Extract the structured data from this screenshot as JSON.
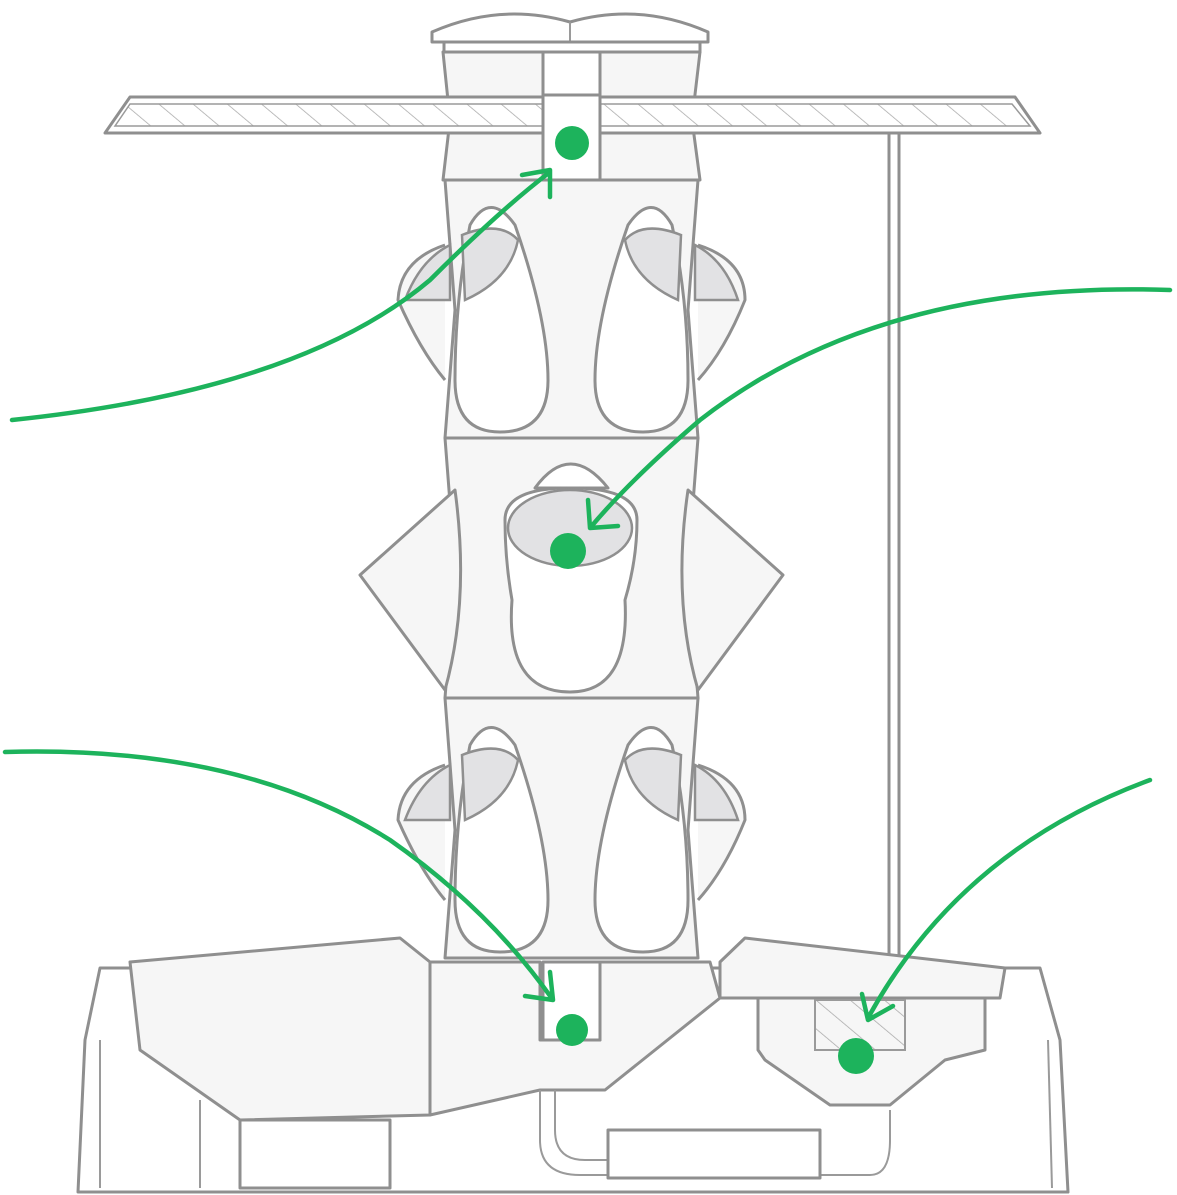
{
  "colors": {
    "accent": "#1db35c",
    "outline": "#8f8f8f",
    "fill": "#ffffff",
    "shade": "#e2e2e4"
  },
  "icons": [
    "tower-garden-illustration",
    "callout-arrow",
    "hotspot-dot"
  ],
  "hotspots": [
    {
      "id": "top-column"
    },
    {
      "id": "planting-port"
    },
    {
      "id": "pump-outlet"
    },
    {
      "id": "reservoir-pump"
    }
  ]
}
